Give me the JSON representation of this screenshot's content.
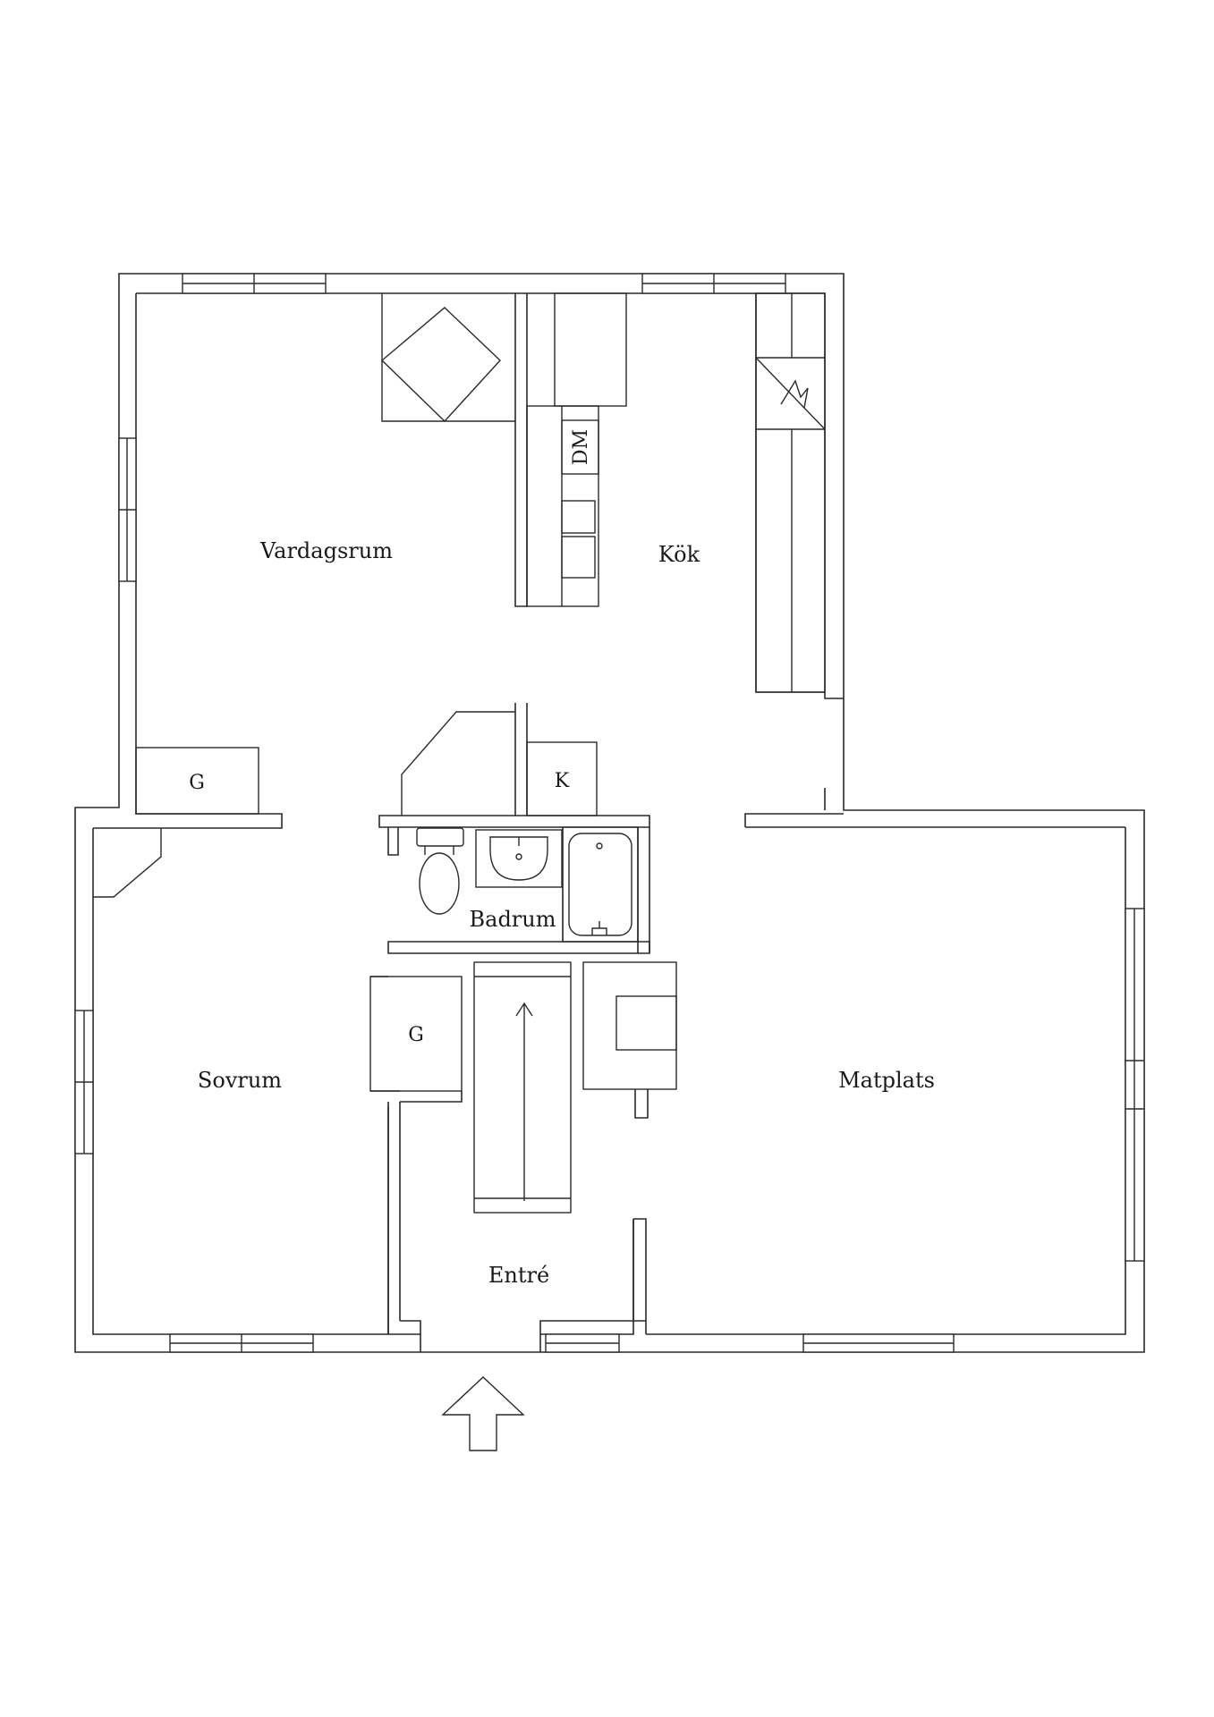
{
  "floor_plan": {
    "rooms": {
      "living_room": "Vardagsrum",
      "kitchen": "Kök",
      "bathroom": "Badrum",
      "bedroom": "Sovrum",
      "dining": "Matplats",
      "entrance": "Entré"
    },
    "fixtures": {
      "dishwasher": "DM",
      "wardrobe_living": "G",
      "wardrobe_hall": "G",
      "closet_kitchen": "K"
    }
  }
}
